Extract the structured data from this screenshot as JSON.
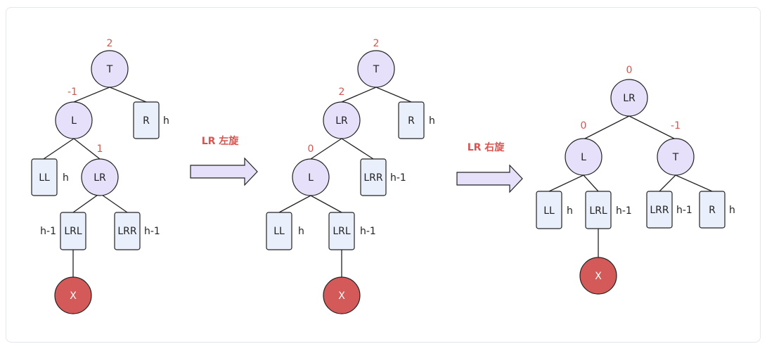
{
  "diagram1": {
    "nodes": {
      "T": "T",
      "L": "L",
      "R": "R",
      "LL": "LL",
      "LR": "LR",
      "LRL": "LRL",
      "LRR": "LRR",
      "X": "X"
    },
    "balance": {
      "T": "2",
      "L": "-1",
      "LR": "1"
    },
    "heights": {
      "R": "h",
      "LL": "h",
      "LRL": "h-1",
      "LRR": "h-1"
    }
  },
  "arrow1_label": "LR 左旋",
  "diagram2": {
    "nodes": {
      "T": "T",
      "LR": "LR",
      "R": "R",
      "L": "L",
      "LRR": "LRR",
      "LL": "LL",
      "LRL": "LRL",
      "X": "X"
    },
    "balance": {
      "T": "2",
      "LR": "2",
      "L": "0"
    },
    "heights": {
      "R": "h",
      "LRR": "h-1",
      "LL": "h",
      "LRL": "h-1"
    }
  },
  "arrow2_label": "LR 右旋",
  "diagram3": {
    "nodes": {
      "LR": "LR",
      "L": "L",
      "T": "T",
      "LL": "LL",
      "LRL": "LRL",
      "LRR": "LRR",
      "R": "R",
      "X": "X"
    },
    "balance": {
      "LR": "0",
      "L": "0",
      "T": "-1"
    },
    "heights": {
      "LL": "h",
      "LRL": "h-1",
      "LRR": "h-1",
      "R": "h"
    }
  },
  "colors": {
    "node_fill": "#e6e0fb",
    "box_fill": "#eaf0fb",
    "x_node_fill": "#d45a5a",
    "balance_text": "#d9534f",
    "line": "#222222"
  }
}
